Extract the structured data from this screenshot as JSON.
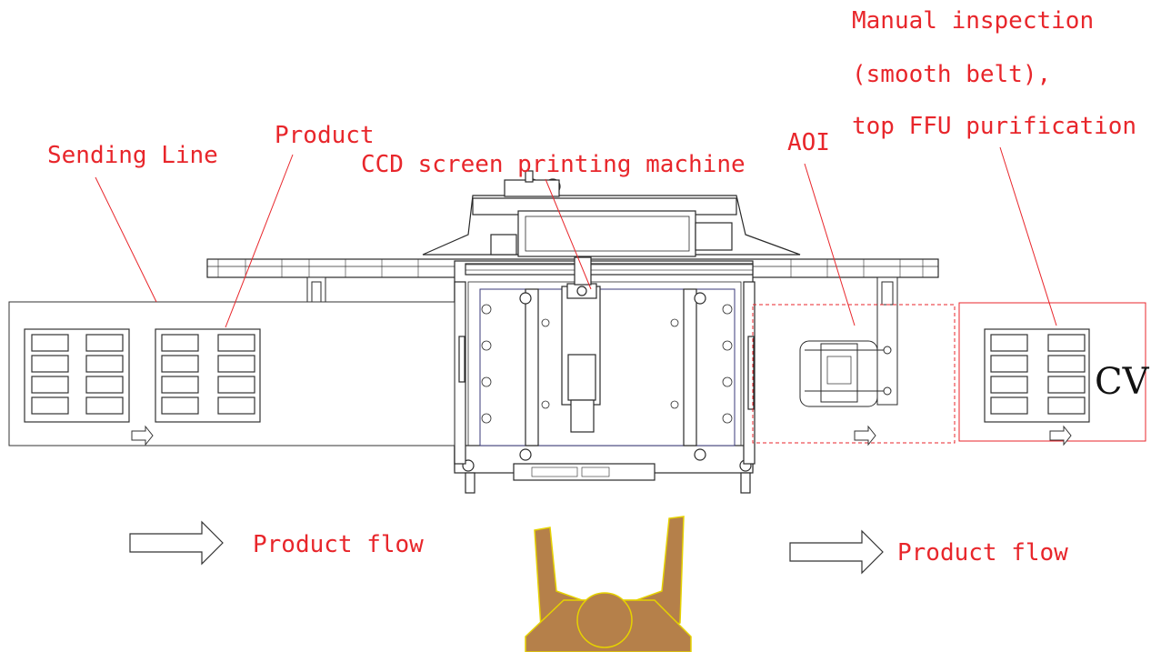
{
  "labels": {
    "sending_line": "Sending Line",
    "product": "Product",
    "ccd_machine": "CCD screen printing machine",
    "aoi": "AOI",
    "manual_1": "Manual inspection",
    "manual_2": "(smooth belt),",
    "manual_3": "top FFU purification",
    "cv": "CV",
    "flow_left": "Product flow",
    "flow_right": "Product flow"
  },
  "colors": {
    "label": "#e8262b",
    "line": "#333333",
    "machine": "#2a2a2a",
    "operator_skin": "#b5804a",
    "operator_outline": "#e6d200"
  },
  "icons": {
    "flow_arrow": "right-arrow-icon",
    "operator": "operator-person-icon"
  }
}
